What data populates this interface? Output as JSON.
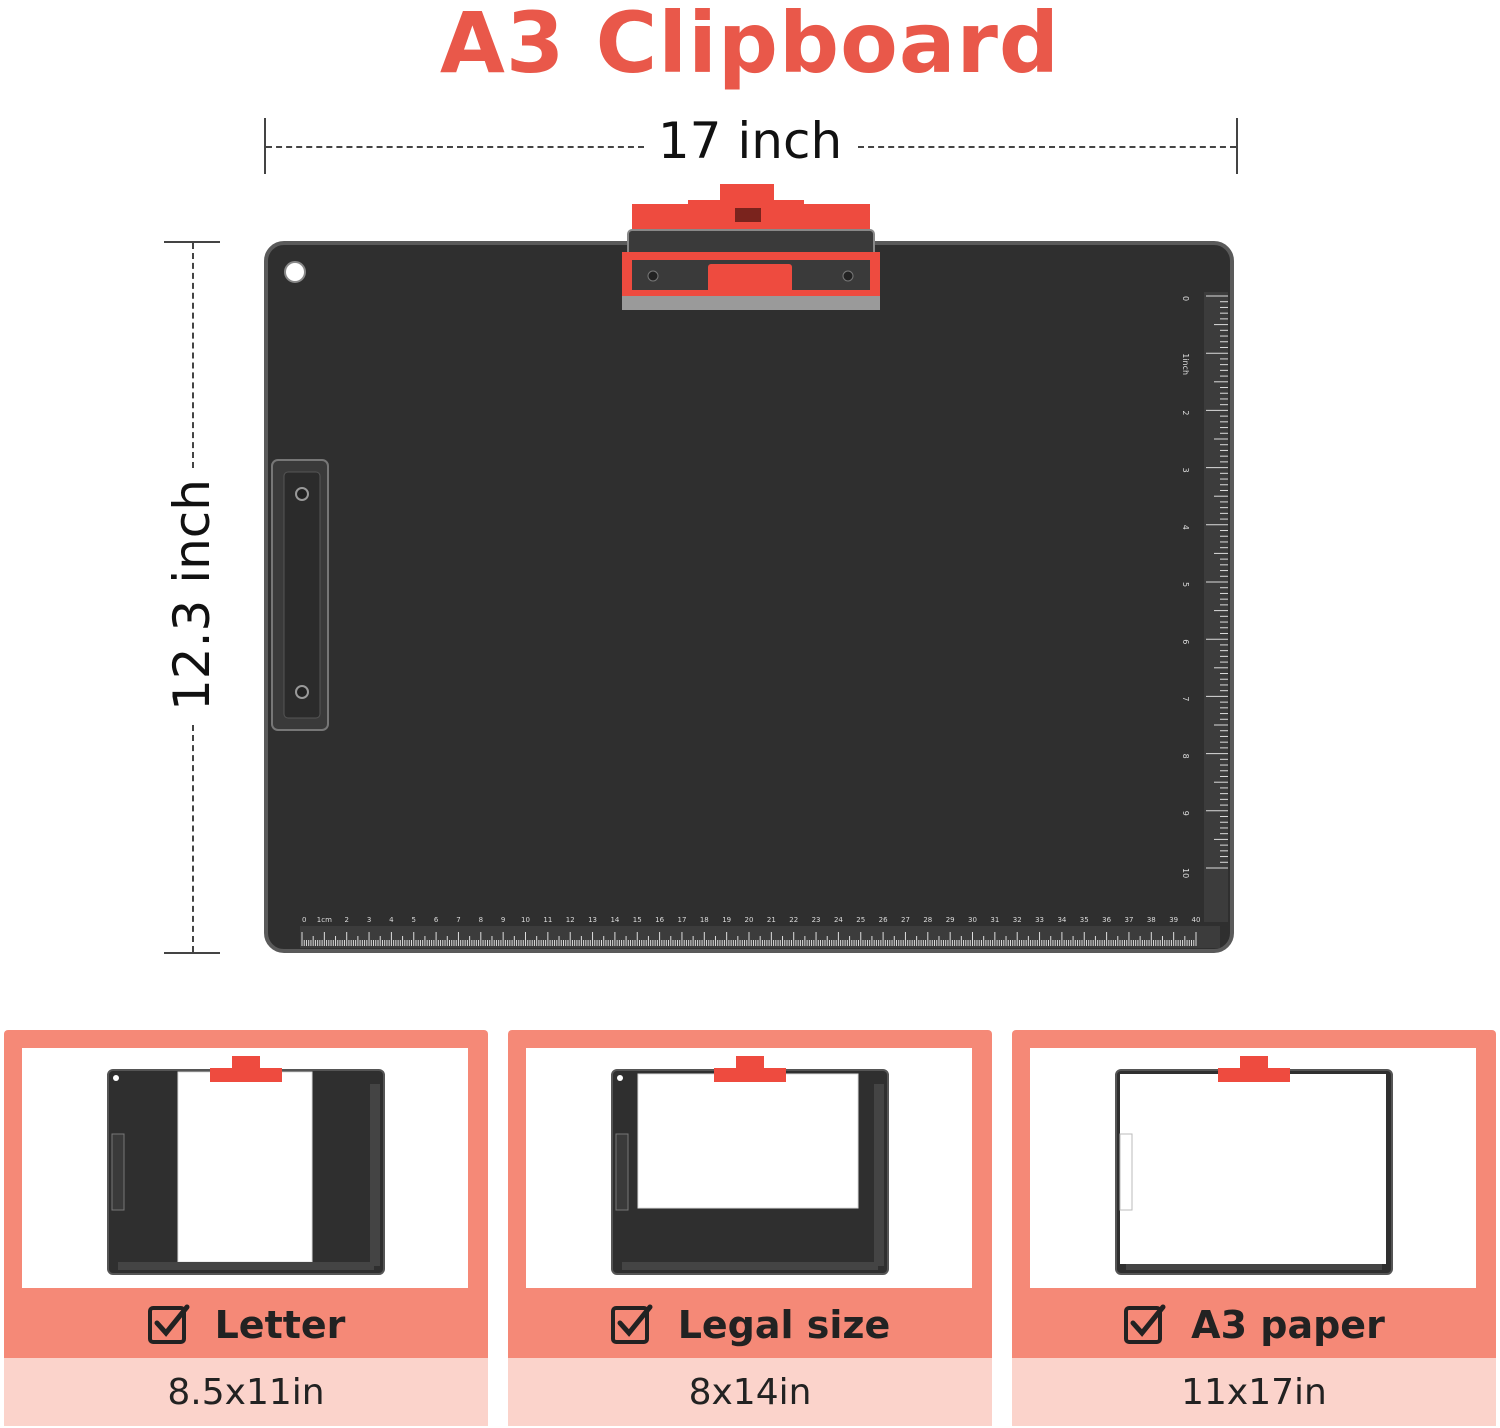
{
  "title": "A3 Clipboard",
  "dimensions": {
    "width_label": "17 inch",
    "height_label": "12.3 inch"
  },
  "colors": {
    "accent": "#e9584a",
    "card_bg": "#f58977",
    "card_size_bg": "#fbd3cb",
    "board": "#2e2e2e",
    "clip_red": "#ee4b3f"
  },
  "ruler": {
    "vertical_unit": "1inch",
    "vertical_marks": [
      "0",
      "1inch",
      "2",
      "3",
      "4",
      "5",
      "6",
      "7",
      "8",
      "9",
      "10"
    ],
    "horizontal_unit": "1cm",
    "horizontal_marks": [
      "0",
      "1cm",
      "2",
      "3",
      "4",
      "5",
      "6",
      "7",
      "8",
      "9",
      "10",
      "11",
      "12",
      "13",
      "14",
      "15",
      "16",
      "17",
      "18",
      "19",
      "20",
      "21",
      "22",
      "23",
      "24",
      "25",
      "26",
      "27",
      "28",
      "29",
      "30",
      "31",
      "32",
      "33",
      "34",
      "35",
      "36",
      "37",
      "38",
      "39",
      "40"
    ]
  },
  "cards": [
    {
      "label": "Letter",
      "size": "8.5x11in",
      "icon": "checkbox-checked-icon"
    },
    {
      "label": "Legal size",
      "size": "8x14in",
      "icon": "checkbox-checked-icon"
    },
    {
      "label": "A3 paper",
      "size": "11x17in",
      "icon": "checkbox-checked-icon"
    }
  ]
}
